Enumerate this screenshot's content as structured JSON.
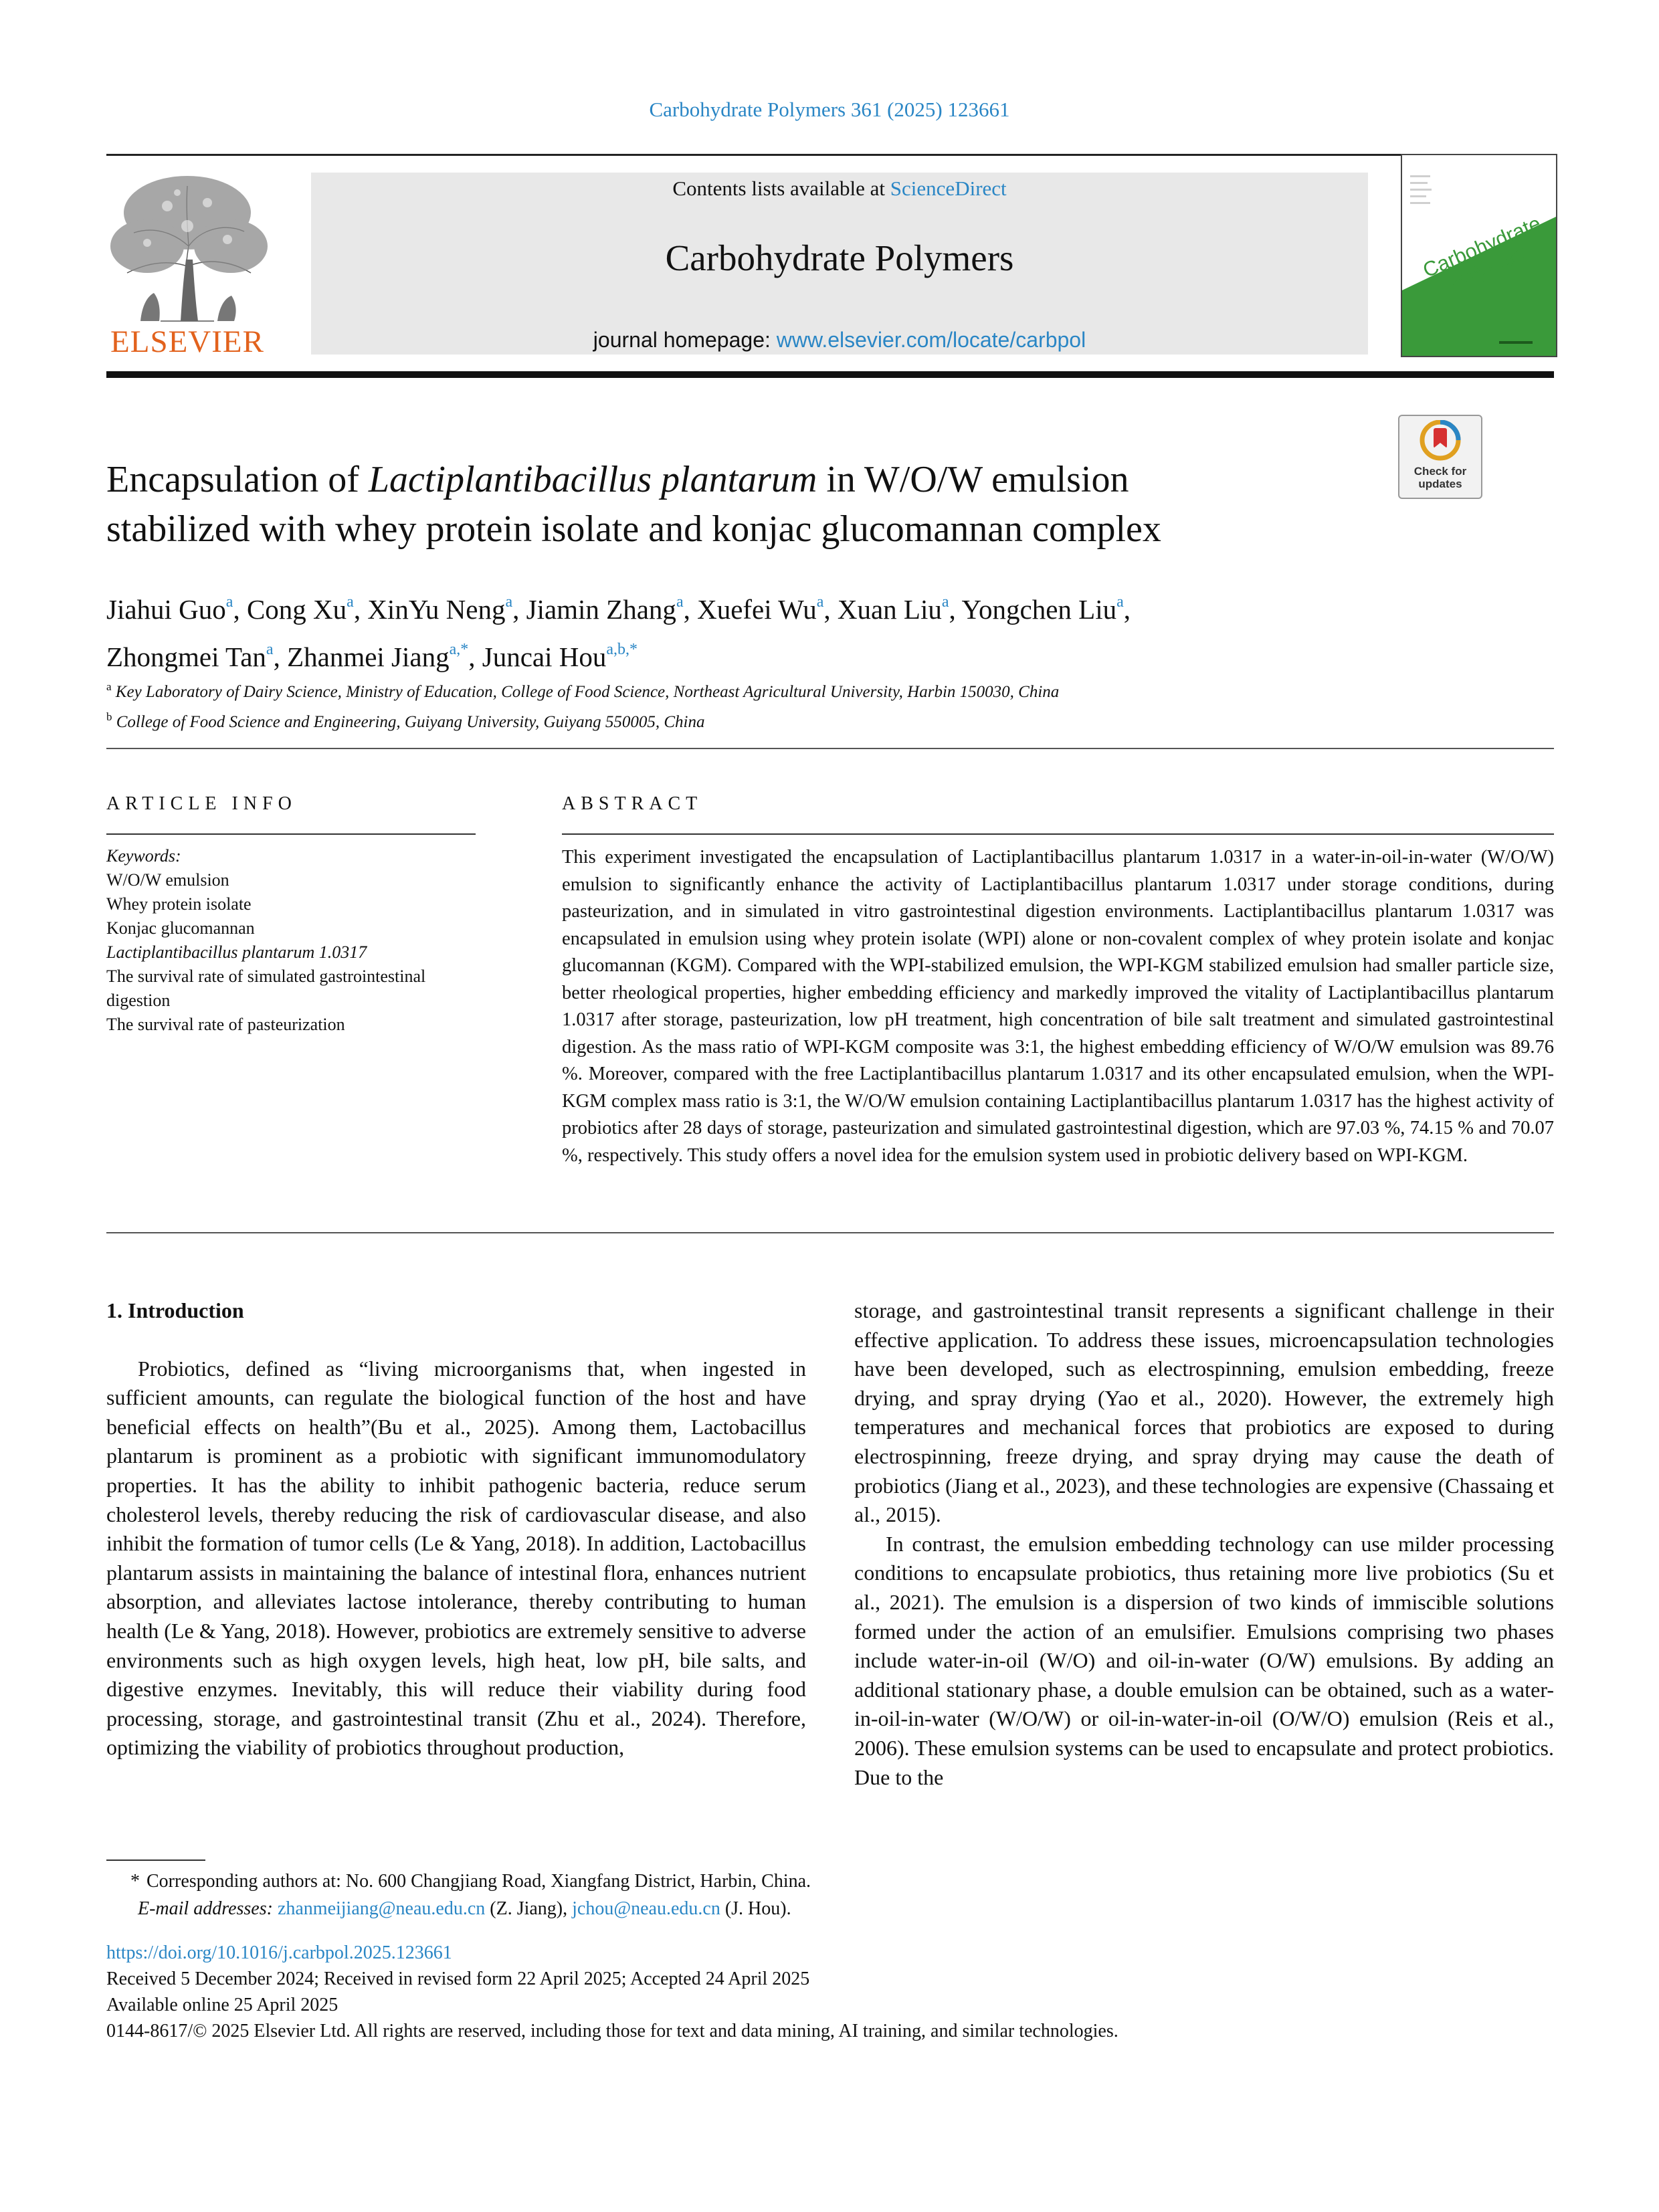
{
  "header": {
    "journal_ref": "Carbohydrate Polymers 361 (2025) 123661",
    "contents_prefix": "Contents lists available at ",
    "contents_link": "ScienceDirect",
    "journal_name": "Carbohydrate Polymers",
    "homepage_prefix": "journal homepage: ",
    "homepage_link": "www.elsevier.com/locate/carbpol",
    "publisher": "ELSEVIER",
    "cover_title_1": "Carbohydrate",
    "cover_title_2": "Polymers",
    "crossmark_1": "Check for",
    "crossmark_2": "updates"
  },
  "article": {
    "title_1": "Encapsulation of ",
    "title_italic": "Lactiplantibacillus plantarum",
    "title_2": " in W/O/W emulsion",
    "title_line2": "stabilized with whey protein isolate and konjac glucomannan complex",
    "authors": [
      {
        "name": "Jiahui Guo",
        "aff": "a",
        "sep": ", "
      },
      {
        "name": "Cong Xu",
        "aff": "a",
        "sep": ", "
      },
      {
        "name": "XinYu Neng",
        "aff": "a",
        "sep": ", "
      },
      {
        "name": "Jiamin Zhang",
        "aff": "a",
        "sep": ", "
      },
      {
        "name": "Xuefei Wu",
        "aff": "a",
        "sep": ", "
      },
      {
        "name": "Xuan Liu",
        "aff": "a",
        "sep": ", "
      },
      {
        "name": "Yongchen Liu",
        "aff": "a",
        "sep": ","
      },
      {
        "name": "Zhongmei Tan",
        "aff": "a",
        "sep": ", "
      },
      {
        "name": "Zhanmei Jiang",
        "aff": "a,*",
        "sep": ", "
      },
      {
        "name": "Juncai Hou",
        "aff": "a,b,*",
        "sep": ""
      }
    ],
    "affiliations": [
      {
        "mark": "a",
        "text": "Key Laboratory of Dairy Science, Ministry of Education, College of Food Science, Northeast Agricultural University, Harbin 150030, China"
      },
      {
        "mark": "b",
        "text": "College of Food Science and Engineering, Guiyang University, Guiyang 550005, China"
      }
    ]
  },
  "info": {
    "heading": "ARTICLE INFO",
    "keywords_label": "Keywords:",
    "keywords": [
      "W/O/W emulsion",
      "Whey protein isolate",
      "Konjac glucomannan",
      "Lactiplantibacillus plantarum 1.0317",
      "The survival rate of simulated gastrointestinal digestion",
      "The survival rate of pasteurization"
    ]
  },
  "abstract": {
    "heading": "ABSTRACT",
    "text": "This experiment investigated the encapsulation of Lactiplantibacillus plantarum 1.0317 in a water-in-oil-in-water (W/O/W) emulsion to significantly enhance the activity of Lactiplantibacillus plantarum 1.0317 under storage conditions, during pasteurization, and in simulated in vitro gastrointestinal digestion environments. Lactiplantibacillus plantarum 1.0317 was encapsulated in emulsion using whey protein isolate (WPI) alone or non-covalent complex of whey protein isolate and konjac glucomannan (KGM). Compared with the WPI-stabilized emulsion, the WPI-KGM stabilized emulsion had smaller particle size, better rheological properties, higher embedding efficiency and markedly improved the vitality of Lactiplantibacillus plantarum 1.0317 after storage, pasteurization, low pH treatment, high concentration of bile salt treatment and simulated gastrointestinal digestion. As the mass ratio of WPI-KGM composite was 3:1, the highest embedding efficiency of W/O/W emulsion was 89.76 %. Moreover, compared with the free Lactiplantibacillus plantarum 1.0317 and its other encapsulated emulsion, when the WPI-KGM complex mass ratio is 3:1, the W/O/W emulsion containing Lactiplantibacillus plantarum 1.0317 has the highest activity of probiotics after 28 days of storage, pasteurization and simulated gastrointestinal digestion, which are 97.03 %, 74.15 % and 70.07 %, respectively. This study offers a novel idea for the emulsion system used in probiotic delivery based on WPI-KGM."
  },
  "body": {
    "section_heading": "1.  Introduction",
    "left_p1": "Probiotics, defined as “living microorganisms that, when ingested in sufficient amounts, can regulate the biological function of the host and have beneficial effects on health”(Bu et al., 2025). Among them, Lactobacillus plantarum is prominent as a probiotic with significant immunomodulatory properties. It has the ability to inhibit pathogenic bacteria, reduce serum cholesterol levels, thereby reducing the risk of cardiovascular disease, and also inhibit the formation of tumor cells (Le & Yang, 2018). In addition, Lactobacillus plantarum assists in maintaining the balance of intestinal flora, enhances nutrient absorption, and alleviates lactose intolerance, thereby contributing to human health (Le & Yang, 2018). However, probiotics are extremely sensitive to adverse environments such as high oxygen levels, high heat, low pH, bile salts, and digestive enzymes. Inevitably, this will reduce their viability during food processing, storage, and gastrointestinal transit (Zhu et al., 2024). Therefore, optimizing the viability of probiotics throughout production,",
    "right_p1": "storage, and gastrointestinal transit represents a significant challenge in their effective application. To address these issues, microencapsulation technologies have been developed, such as electrospinning, emulsion embedding, freeze drying, and spray drying (Yao et al., 2020). However, the extremely high temperatures and mechanical forces that probiotics are exposed to during electrospinning, freeze drying, and spray drying may cause the death of probiotics (Jiang et al., 2023), and these technologies are expensive (Chassaing et al., 2015).",
    "right_p2": "In contrast, the emulsion embedding technology can use milder processing conditions to encapsulate probiotics, thus retaining more live probiotics (Su et al., 2021). The emulsion is a dispersion of two kinds of immiscible solutions formed under the action of an emulsifier. Emulsions comprising two phases include water-in-oil (W/O) and oil-in-water (O/W) emulsions. By adding an additional stationary phase, a double emulsion can be obtained, such as a water-in-oil-in-water (W/O/W) or oil-in-water-in-oil (O/W/O) emulsion (Reis et al., 2006). These emulsion systems can be used to encapsulate and protect probiotics. Due to the"
  },
  "footnote": {
    "star": "*",
    "corresponding": "Corresponding authors at: No. 600 Changjiang Road, Xiangfang District, Harbin, China.",
    "email_label": "E-mail addresses:",
    "email1": "zhanmeijiang@neau.edu.cn",
    "email1_who": " (Z. Jiang), ",
    "email2": "jchou@neau.edu.cn",
    "email2_who": " (J. Hou)."
  },
  "pubinfo": {
    "doi": "https://doi.org/10.1016/j.carbpol.2025.123661",
    "received": "Received 5 December 2024; Received in revised form 22 April 2025; Accepted 24 April 2025",
    "available": "Available online 25 April 2025",
    "copyright": "0144-8617/© 2025 Elsevier Ltd. All rights are reserved, including those for text and data mining, AI training, and similar technologies."
  },
  "colors": {
    "link": "#2a86c5",
    "elsevier_orange": "#e2621d",
    "cover_green": "#3a9a3a"
  }
}
